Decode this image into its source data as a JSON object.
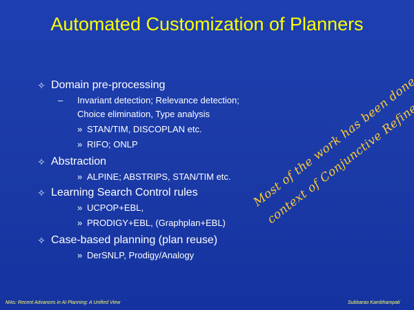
{
  "title": "Automated Customization of Planners",
  "bullets": [
    {
      "text": "Domain pre-processing",
      "sub": "Invariant detection; Relevance detection;",
      "sub_cont": "Choice elimination, Type analysis",
      "subsub": [
        "STAN/TIM, DISCOPLAN etc.",
        "RIFO; ONLP"
      ]
    },
    {
      "text": "Abstraction",
      "subsub": [
        "ALPINE; ABSTRIPS, STAN/TIM etc."
      ]
    },
    {
      "text": "Learning Search Control rules",
      "subsub": [
        "UCPOP+EBL,",
        "PRODIGY+EBL, (Graphplan+EBL)"
      ]
    },
    {
      "text": "Case-based planning (plan reuse)",
      "subsub": [
        "DerSNLP, Prodigy/Analogy"
      ]
    }
  ],
  "bullet_glyph": "✧",
  "dash_glyph": "–",
  "subsub_glyph": "»",
  "annotation": {
    "line1": "Most of the work has been done in the",
    "line2": "context of Conjunctive Refinement Planners"
  },
  "footer": {
    "left": "MAs: Recent Advances in AI Planning: A Unified View",
    "right": "Subbarao Kambhampati"
  },
  "colors": {
    "background": "#1b3aa6",
    "title": "#ffff00",
    "annotation": "#ffcc33",
    "text": "#ffffff"
  }
}
